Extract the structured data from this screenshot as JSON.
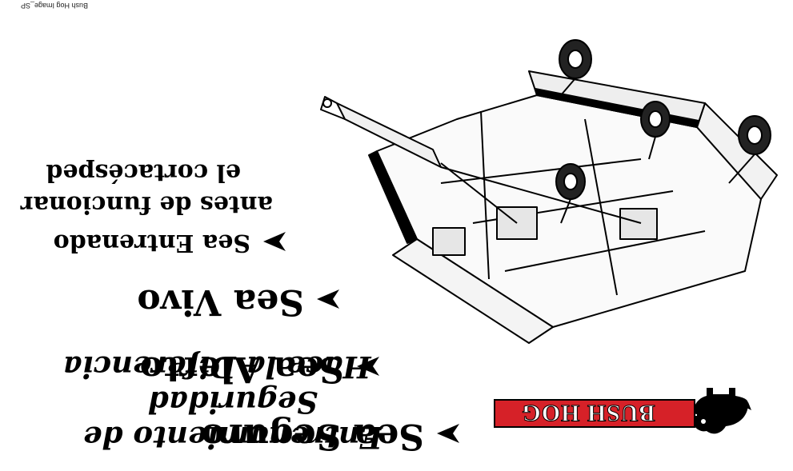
{
  "caption": "Bush Hog Image_SP",
  "logo": {
    "brand": "BUSH HOG",
    "brand_color": "#d62128"
  },
  "headline": {
    "line1": "Entrenamiento de Seguridad",
    "line2": "Hace la Diferencia"
  },
  "bullets": [
    {
      "text": "Sea Seguro"
    },
    {
      "text": "Sea Alerto"
    },
    {
      "text": "Sea Vivo"
    },
    {
      "text": "Sea Entrenado"
    }
  ],
  "bullet_continuation": {
    "line2": "antes de funcionar",
    "line3": "el cortacésped"
  },
  "icons": {
    "bullet": "arrowhead-icon",
    "illustration": "rotary-mower-illustration",
    "logo_mark": "hog-icon"
  }
}
